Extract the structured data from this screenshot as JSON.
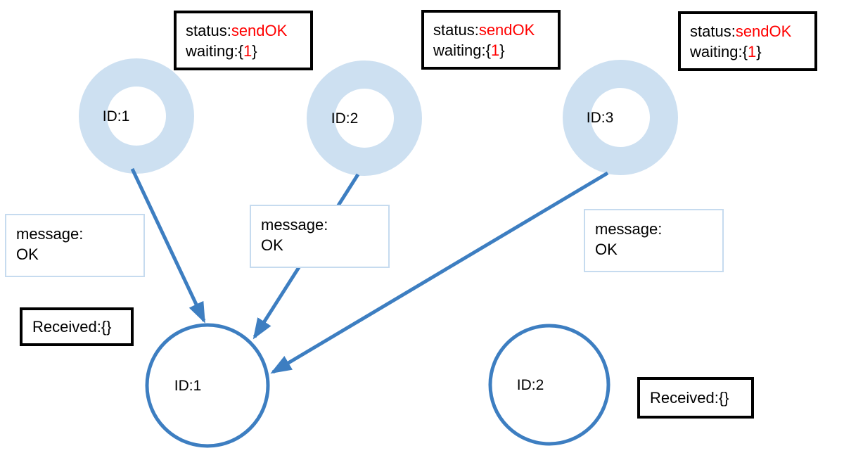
{
  "colors": {
    "sender_node_fill": "#cde0f1",
    "receiver_node_stroke": "#3d7ec1",
    "arrow": "#3d7ec1",
    "status_value_red": "#ff0000",
    "status_box_border": "#000000",
    "message_box_border": "#c6dbef",
    "text": "#000000",
    "background": "#ffffff"
  },
  "senders": [
    {
      "node_label": "ID:1",
      "status_prefix": "status:",
      "status_value": "sendOK",
      "waiting_prefix": "waiting:{",
      "waiting_value": "1",
      "waiting_suffix": "}",
      "message_line1": "message:",
      "message_line2": "OK"
    },
    {
      "node_label": "ID:2",
      "status_prefix": "status:",
      "status_value": "sendOK",
      "waiting_prefix": "waiting:{",
      "waiting_value": "1",
      "waiting_suffix": "}",
      "message_line1": "message:",
      "message_line2": "OK"
    },
    {
      "node_label": "ID:3",
      "status_prefix": "status:",
      "status_value": "sendOK",
      "waiting_prefix": "waiting:{",
      "waiting_value": "1",
      "waiting_suffix": "}",
      "message_line1": "message:",
      "message_line2": "OK"
    }
  ],
  "receivers": [
    {
      "node_label": "ID:1",
      "received_label": "Received:{}"
    },
    {
      "node_label": "ID:2",
      "received_label": "Received:{}"
    }
  ]
}
